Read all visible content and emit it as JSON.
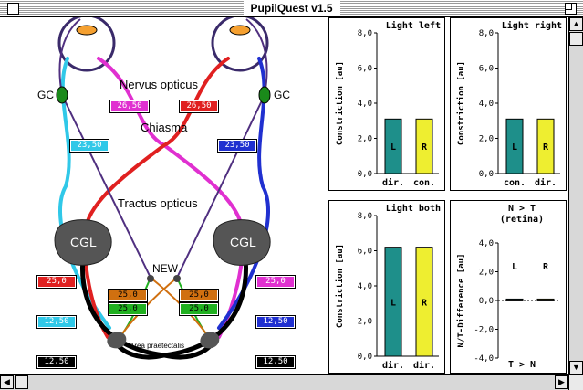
{
  "window": {
    "title": "PupilQuest v1.5"
  },
  "diagram": {
    "labels": {
      "nervus_opticus": "Nervus   opticus",
      "chiasma": "Chiasma",
      "tractus_opticus": "Tractus   opticus",
      "cgl_left": "CGL",
      "cgl_right": "CGL",
      "gc_left": "GC",
      "gc_right": "GC",
      "new": "NEW",
      "area_praetectalis": "Area praetectalis"
    },
    "values": {
      "n1": "26,50",
      "n2": "26,50",
      "c1": "23,50",
      "c2": "23,50",
      "t1": "25,0",
      "t2": "25,0",
      "t3": "12,50",
      "t4": "12,50",
      "p1": "25,0",
      "p2": "25,0",
      "p3": "25,0",
      "p4": "25,0",
      "b1": "12,50",
      "b2": "12,50"
    },
    "colors": {
      "red": "#e02020",
      "magenta": "#e030d0",
      "cyan": "#30c8e8",
      "blue": "#2030d0",
      "black": "#000000",
      "green": "#20b020",
      "orange": "#d07010",
      "purple": "#503080",
      "ganglion": "#1a8a1a",
      "cgl": "#555555"
    }
  },
  "chart_data": [
    {
      "type": "bar",
      "title": "Light left",
      "ylabel": "Constriction [au]",
      "categories": [
        "dir.",
        "con."
      ],
      "bar_labels": [
        "L",
        "R"
      ],
      "values": [
        3.1,
        3.1
      ],
      "ylim": [
        0,
        8
      ],
      "yticks": [
        "0,0",
        "2,0",
        "4,0",
        "6,0",
        "8,0"
      ],
      "colors": [
        "#1e8f8a",
        "#eeee30"
      ]
    },
    {
      "type": "bar",
      "title": "Light right",
      "ylabel": "Constriction [au]",
      "categories": [
        "con.",
        "dir."
      ],
      "bar_labels": [
        "L",
        "R"
      ],
      "values": [
        3.1,
        3.1
      ],
      "ylim": [
        0,
        8
      ],
      "yticks": [
        "0,0",
        "2,0",
        "4,0",
        "6,0",
        "8,0"
      ],
      "colors": [
        "#1e8f8a",
        "#eeee30"
      ]
    },
    {
      "type": "bar",
      "title": "Light both",
      "ylabel": "Constriction [au]",
      "categories": [
        "dir.",
        "dir."
      ],
      "bar_labels": [
        "L",
        "R"
      ],
      "values": [
        6.2,
        6.2
      ],
      "ylim": [
        0,
        8
      ],
      "yticks": [
        "0,0",
        "2,0",
        "4,0",
        "6,0",
        "8,0"
      ],
      "colors": [
        "#1e8f8a",
        "#eeee30"
      ]
    },
    {
      "type": "bar",
      "title": "N > T",
      "subtitle": "(retina)",
      "bottom_label": "T > N",
      "ylabel": "N/T-Difference [au]",
      "categories": [
        "",
        ""
      ],
      "bar_labels": [
        "L",
        "R"
      ],
      "values": [
        0.1,
        0.1
      ],
      "ylim": [
        -4,
        4
      ],
      "yticks": [
        "-4,0",
        "-2,0",
        "0,0",
        "2,0",
        "4,0"
      ],
      "colors": [
        "#1e8f8a",
        "#eeee30"
      ]
    }
  ]
}
